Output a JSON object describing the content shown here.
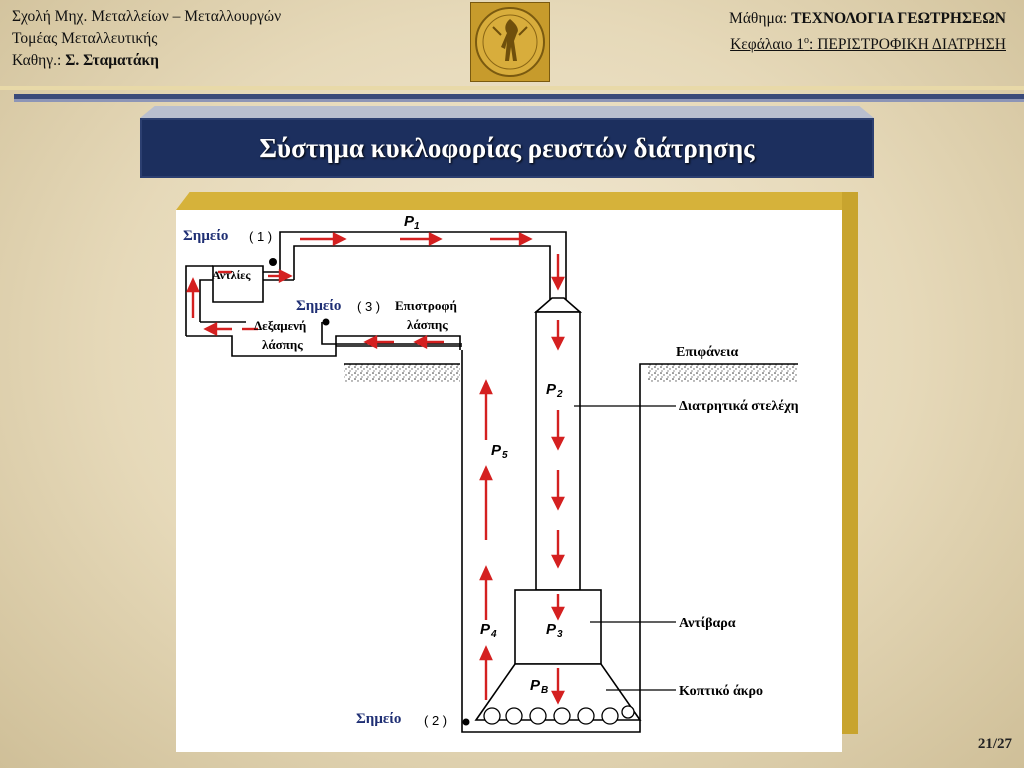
{
  "header": {
    "school_line": "Σχολή Μηχ. Μεταλλείων – Μεταλλουργών",
    "department": "Τομέας Μεταλλευτικής",
    "prof_prefix": "Καθηγ.:",
    "prof_name": "Σ. Σταματάκη",
    "subject_prefix": "Μάθημα:",
    "subject": "ΤΕΧΝΟΛΟΓΙΑ ΓΕΩΤΡΗΣΕΩΝ",
    "chapter_prefix": "Κεφάλαιο 1",
    "chapter_sup": "ο",
    "chapter_rest": ": ΠΕΡΙΣΤΡΟΦΙΚΗ ΔΙΑΤΡΗΣΗ"
  },
  "slide": {
    "title": "Σύστημα κυκλοφορίας ρευστών διάτρησης",
    "page": "21/27"
  },
  "diagram": {
    "point1_word": "Σημείο",
    "point1_num": "( 1 )",
    "point2_word": "Σημείο",
    "point2_num": "( 2 )",
    "point3_word": "Σημείο",
    "point3_num": "( 3 )",
    "pumps": "Αντλίες",
    "tank_line1": "Δεξαμενή",
    "tank_line2": "λάσπης",
    "return_line1": "Επιστροφή",
    "return_line2": "λάσπης",
    "surface": "Επιφάνεια",
    "drill_pipes": "Διατρητικά στελέχη",
    "collars": "Αντίβαρα",
    "bit": "Κοπτικό άκρο",
    "p1": "P",
    "p1_sub": "1",
    "p2": "P",
    "p2_sub": "2",
    "p3": "P",
    "p3_sub": "3",
    "p4": "P",
    "p4_sub": "4",
    "p5": "P",
    "p5_sub": "5",
    "pb": "P",
    "pb_sub": "B"
  },
  "colors": {
    "title_band": "#1c2f5e",
    "arrow": "#d42020",
    "point_label": "#1f2f74",
    "frame_gold": "#d6b23a"
  }
}
